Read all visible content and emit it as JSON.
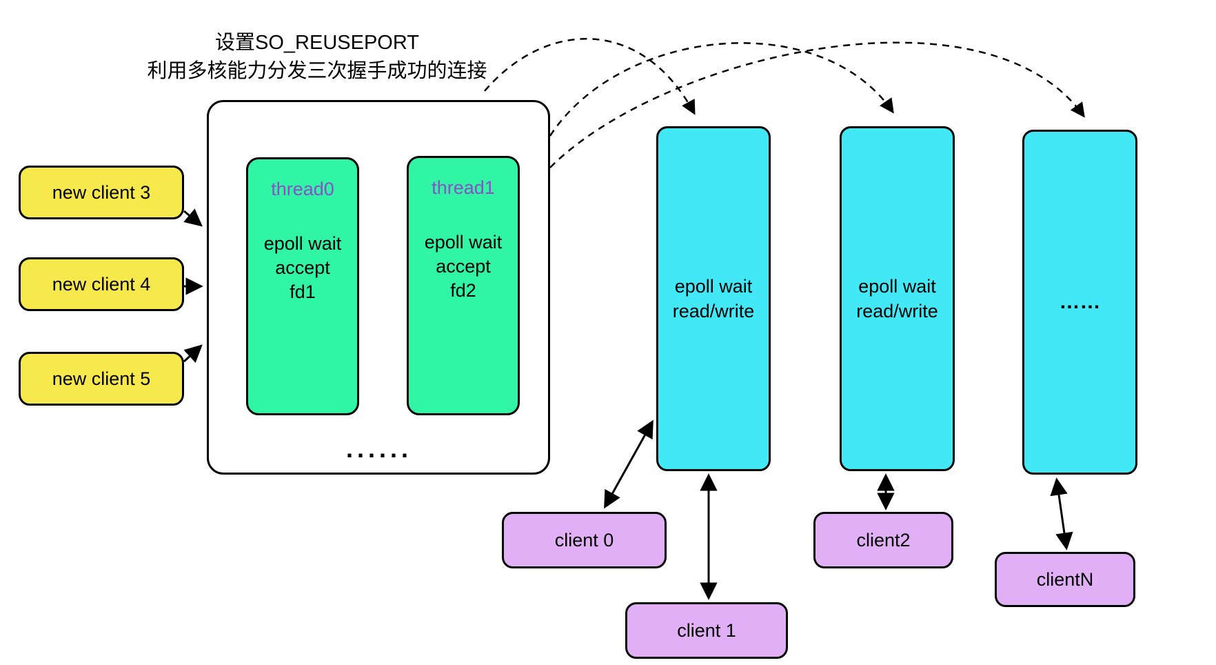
{
  "title": {
    "line1": "设置SO_REUSEPORT",
    "line2": "利用多核能力分发三次握手成功的连接"
  },
  "colors": {
    "new_client_fill": "#F7E94B",
    "thread_fill": "#2FF5A5",
    "worker_fill": "#42E8F5",
    "client_fill": "#E0AFF5",
    "thread_name_text": "#8A50C8",
    "stroke": "#000000"
  },
  "new_clients": [
    {
      "label": "new client 3"
    },
    {
      "label": "new client 4"
    },
    {
      "label": "new client 5"
    }
  ],
  "listener_group": {
    "threads": [
      {
        "name": "thread0",
        "body": "epoll wait\naccept\nfd1"
      },
      {
        "name": "thread1",
        "body": "epoll wait\naccept\nfd2"
      }
    ],
    "ellipsis": "......"
  },
  "workers": [
    {
      "body": "epoll wait\nread/write"
    },
    {
      "body": "epoll wait\nread/write"
    },
    {
      "body": "……"
    }
  ],
  "clients": [
    {
      "label": "client 0"
    },
    {
      "label": "client 1"
    },
    {
      "label": "client2"
    },
    {
      "label": "clientN"
    }
  ]
}
